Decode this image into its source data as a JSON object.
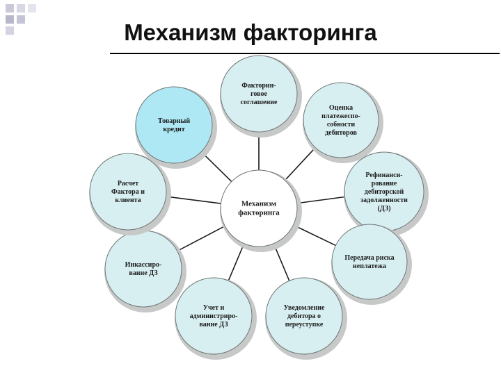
{
  "title": "Механизм факторинга",
  "center": {
    "lines": [
      "Механизм",
      "факторинга"
    ]
  },
  "nodes": [
    {
      "id": "agreement",
      "lines": [
        "Факторин-",
        "говое",
        "соглашение"
      ],
      "fill": "#d8eff2"
    },
    {
      "id": "solvency",
      "lines": [
        "Оценка",
        "платежеспо-",
        "собности",
        "дебиторов"
      ],
      "fill": "#d8eff2"
    },
    {
      "id": "refinancing",
      "lines": [
        "Рефинанси-",
        "рование",
        "дебиторской",
        "задолженности",
        "(ДЗ)"
      ],
      "fill": "#d8eff2"
    },
    {
      "id": "risk-transfer",
      "lines": [
        "Передача риска",
        "неплатежа"
      ],
      "fill": "#d8eff2"
    },
    {
      "id": "debtor-notice",
      "lines": [
        "Уведомление",
        "дебитора о",
        "переуступке"
      ],
      "fill": "#d8eff2"
    },
    {
      "id": "accounting",
      "lines": [
        "Учет и",
        "администриро-",
        "вание ДЗ"
      ],
      "fill": "#d8eff2"
    },
    {
      "id": "collection",
      "lines": [
        "Инкассиро-",
        "вание ДЗ"
      ],
      "fill": "#d8eff2"
    },
    {
      "id": "settlement",
      "lines": [
        "Расчет",
        "Фактора и",
        "клиента"
      ],
      "fill": "#d8eff2"
    },
    {
      "id": "trade-credit",
      "lines": [
        "Товарный",
        "кредит"
      ],
      "fill": "#aee8f5"
    }
  ],
  "colors": {
    "decoration_square": "#c8c8d8",
    "line": "#1a1a1a",
    "halo": "#c7c9c9"
  }
}
